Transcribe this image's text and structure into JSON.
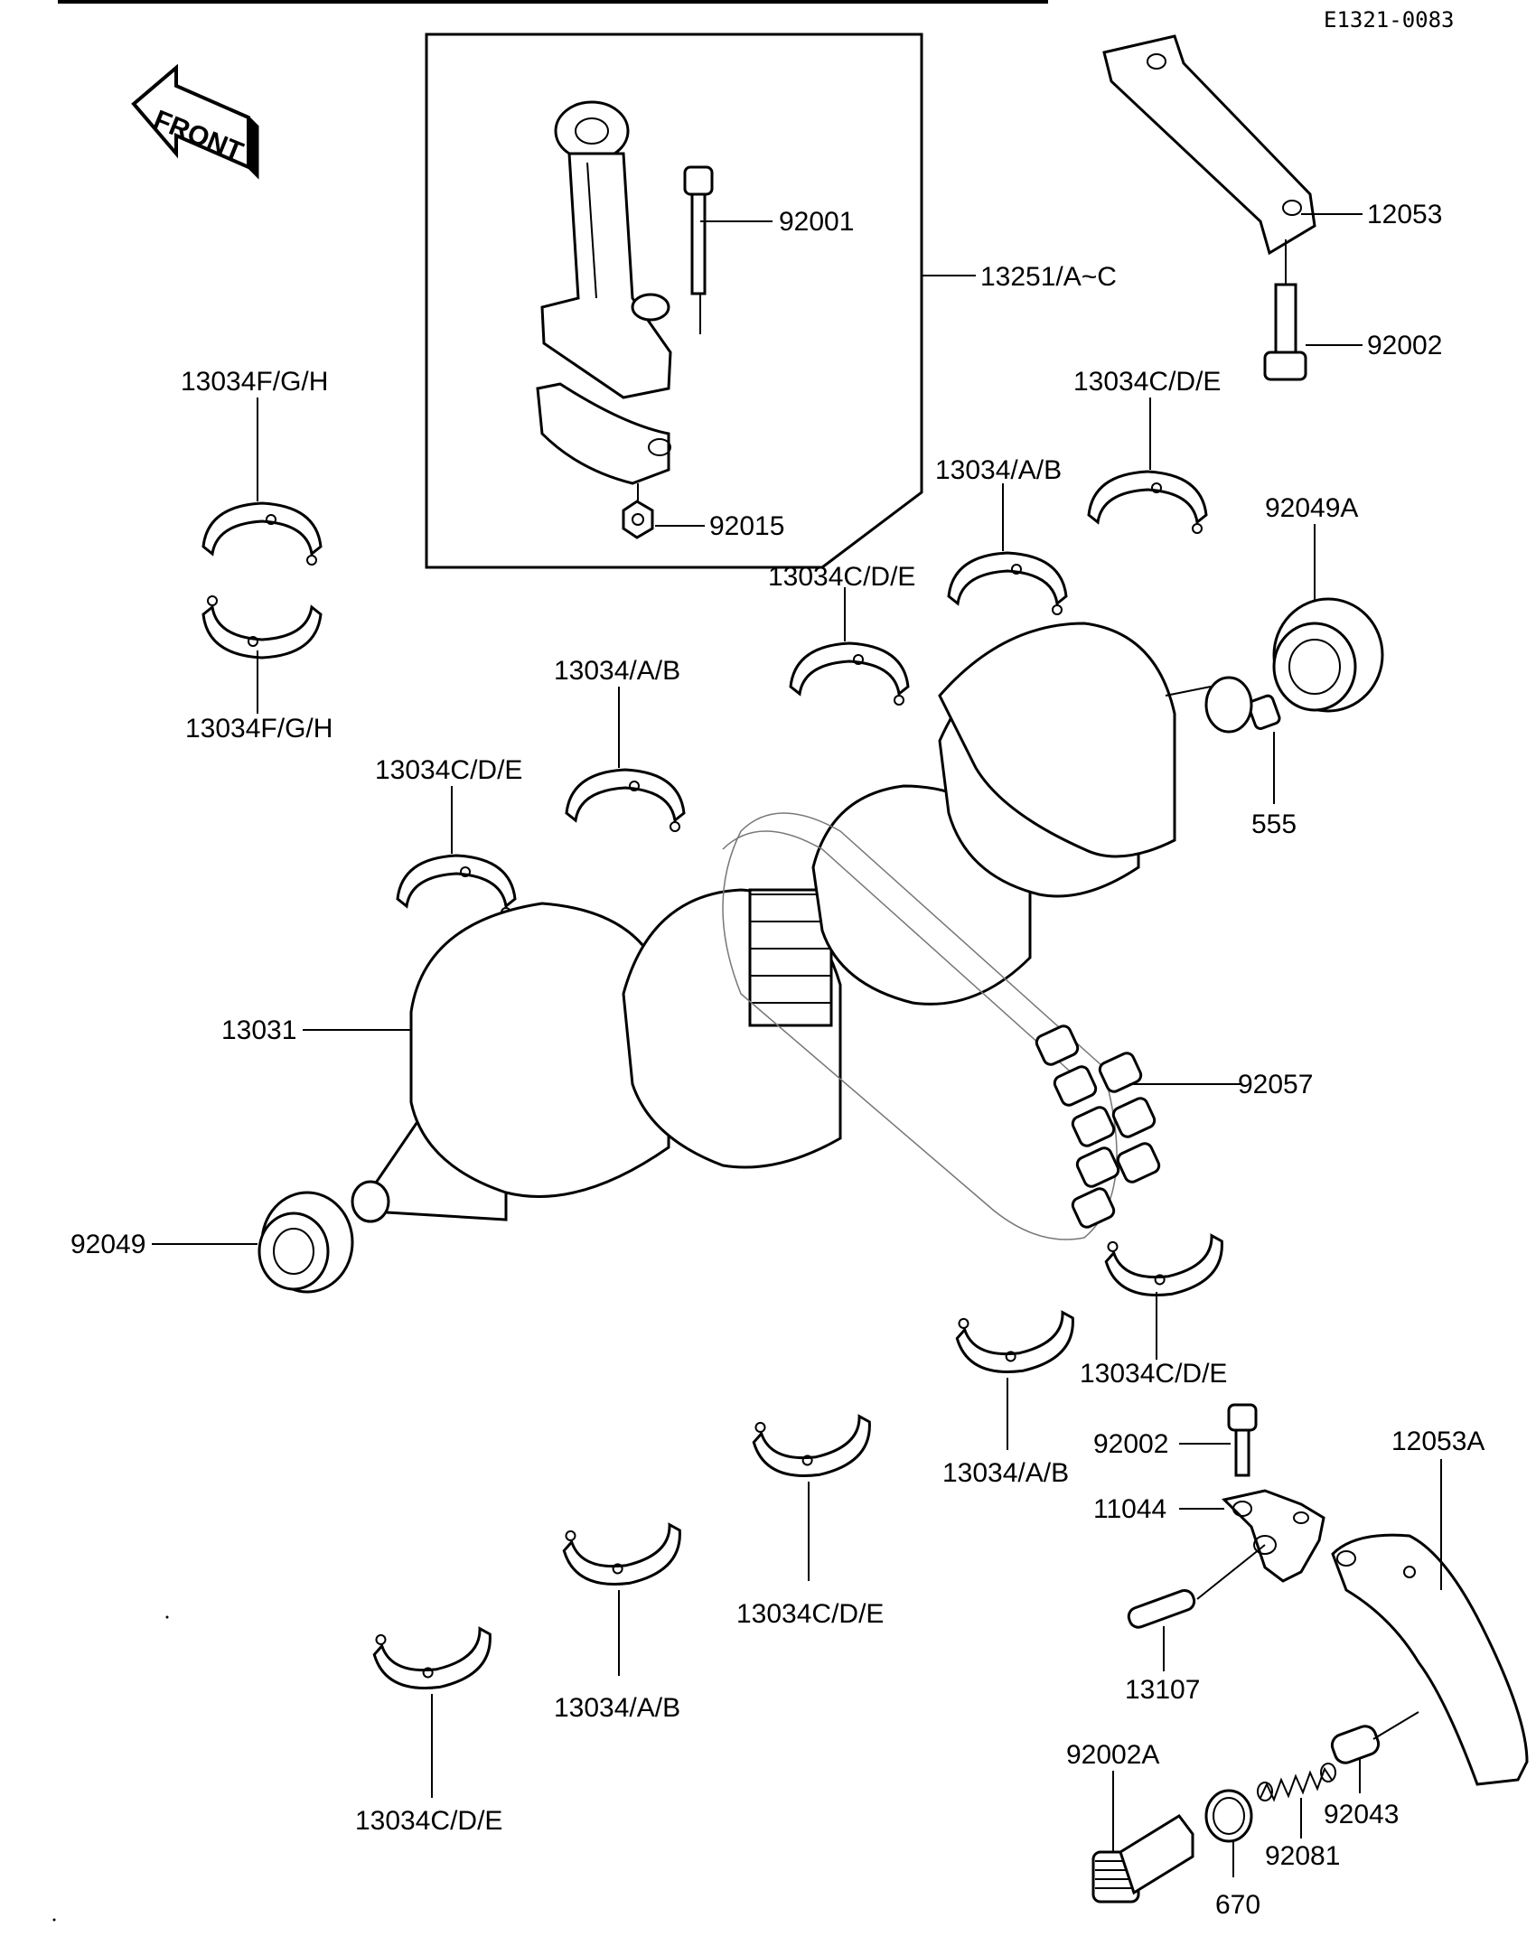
{
  "diagram_code": "E1321-0083",
  "front_label": "FRONT",
  "labels": {
    "p92001": "92001",
    "p13251": "13251/A~C",
    "p92015": "92015",
    "p12053": "12053",
    "p92002_top": "92002",
    "p13034FGH_top": "13034F/G/H",
    "p13034FGH_bottom": "13034F/G/H",
    "p13034CDE_1": "13034C/D/E",
    "p13034AB_1": "13034/A/B",
    "p92049A": "92049A",
    "p13034CDE_2": "13034C/D/E",
    "p13034AB_2": "13034/A/B",
    "p13034CDE_3": "13034C/D/E",
    "p555": "555",
    "p13031": "13031",
    "p92057": "92057",
    "p92049": "92049",
    "p13034CDE_4": "13034C/D/E",
    "p13034AB_3": "13034/A/B",
    "p92002_bottom": "92002",
    "p12053A": "12053A",
    "p11044": "11044",
    "p13034CDE_5": "13034C/D/E",
    "p13034AB_4": "13034/A/B",
    "p13107": "13107",
    "p13034CDE_6": "13034C/D/E",
    "p92002A": "92002A",
    "p92043": "92043",
    "p92081": "92081",
    "p670": "670"
  }
}
